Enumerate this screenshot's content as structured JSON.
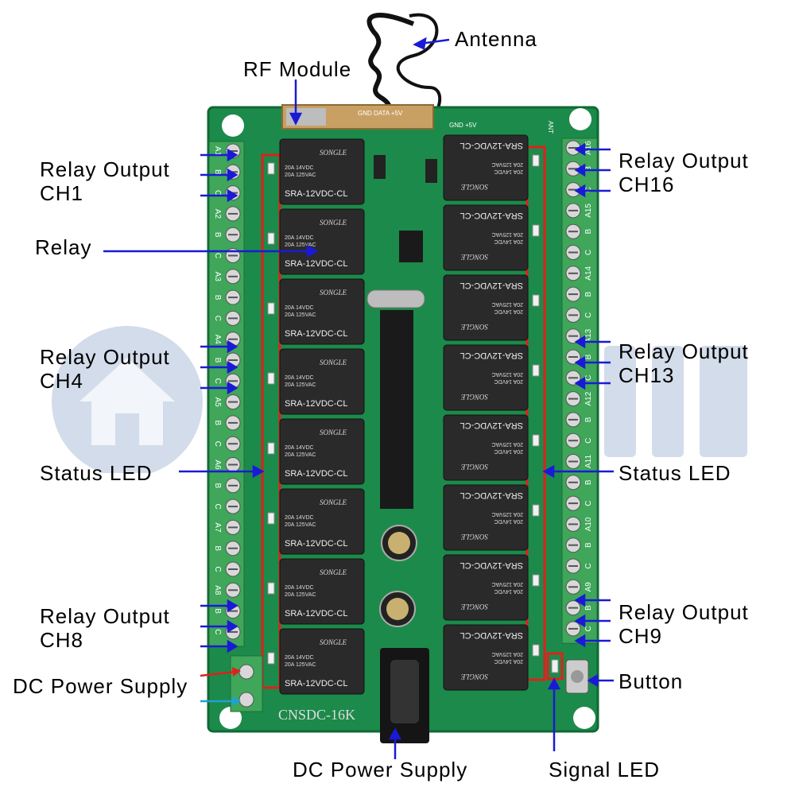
{
  "labels": {
    "antenna": "Antenna",
    "rf_module": "RF Module",
    "relay_output_ch1_a": "Relay Output",
    "relay_output_ch1_b": "CH1",
    "relay": "Relay",
    "relay_output_ch4_a": "Relay Output",
    "relay_output_ch4_b": "CH4",
    "status_led_left": "Status LED",
    "relay_output_ch8_a": "Relay Output",
    "relay_output_ch8_b": "CH8",
    "dc_power_supply_left": "DC Power Supply",
    "relay_output_ch16_a": "Relay Output",
    "relay_output_ch16_b": "CH16",
    "relay_output_ch13_a": "Relay Output",
    "relay_output_ch13_b": "CH13",
    "status_led_right": "Status LED",
    "relay_output_ch9_a": "Relay Output",
    "relay_output_ch9_b": "CH9",
    "button": "Button",
    "dc_power_supply_bottom": "DC Power Supply",
    "signal_led": "Signal LED"
  },
  "board": {
    "model": "CNSDC-16K",
    "relay_top_brand": "SONGLE",
    "relay_spec_1": "20A 14VDC",
    "relay_spec_2": "20A 125VAC",
    "relay_model": "SRA-12VDC-CL",
    "rf_pins": "GND DATA +5V",
    "ant_pin": "ANT",
    "gnd_pins": "GND +5V",
    "relay_count_left": 8,
    "relay_count_right": 8
  },
  "left_terminals": [
    "A1",
    "B",
    "C",
    "A2",
    "B",
    "C",
    "A3",
    "B",
    "C",
    "A4",
    "B",
    "C",
    "A5",
    "B",
    "C",
    "A6",
    "B",
    "C",
    "A7",
    "B",
    "C",
    "A8",
    "B",
    "C"
  ],
  "right_terminals": [
    "A16",
    "B",
    "C",
    "A15",
    "B",
    "C",
    "A14",
    "B",
    "C",
    "A13",
    "B",
    "C",
    "A12",
    "B",
    "C",
    "A11",
    "B",
    "C",
    "A10",
    "B",
    "C",
    "A9",
    "B",
    "C"
  ],
  "colors": {
    "pcb": "#1c8a4a",
    "pcb_dark": "#157a3f",
    "relay_body": "#2a2a2a",
    "terminal": "#3fa65a",
    "pointer": "#1a1ad6",
    "highlight": "#e0201a",
    "watermark": "#c9d4e3"
  }
}
